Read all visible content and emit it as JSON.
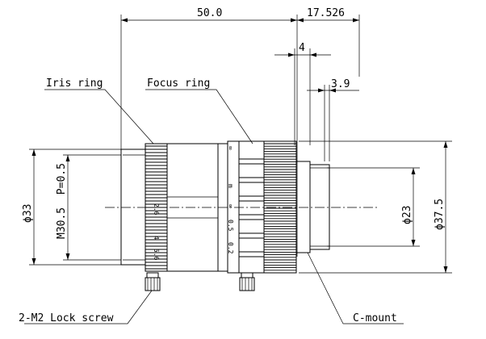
{
  "dimensions": {
    "overall_length": "50.0",
    "back_length": "17.526",
    "dim_4": "4",
    "dim_3_9": "3.9",
    "front_diameter": "ϕ33",
    "thread": "M30.5  P=0.5",
    "rear_diameter": "ϕ23",
    "max_diameter": "ϕ37.5"
  },
  "callouts": {
    "iris_ring": "Iris ring",
    "focus_ring": "Focus ring",
    "lock_screw": "2-M2 Lock screw",
    "c_mount": "C-mount"
  },
  "scales": {
    "iris_marks": [
      "2.6",
      "4",
      "5.6"
    ],
    "focus_marks": [
      "∞",
      "m",
      "∞",
      "0.5",
      "0.2"
    ]
  }
}
